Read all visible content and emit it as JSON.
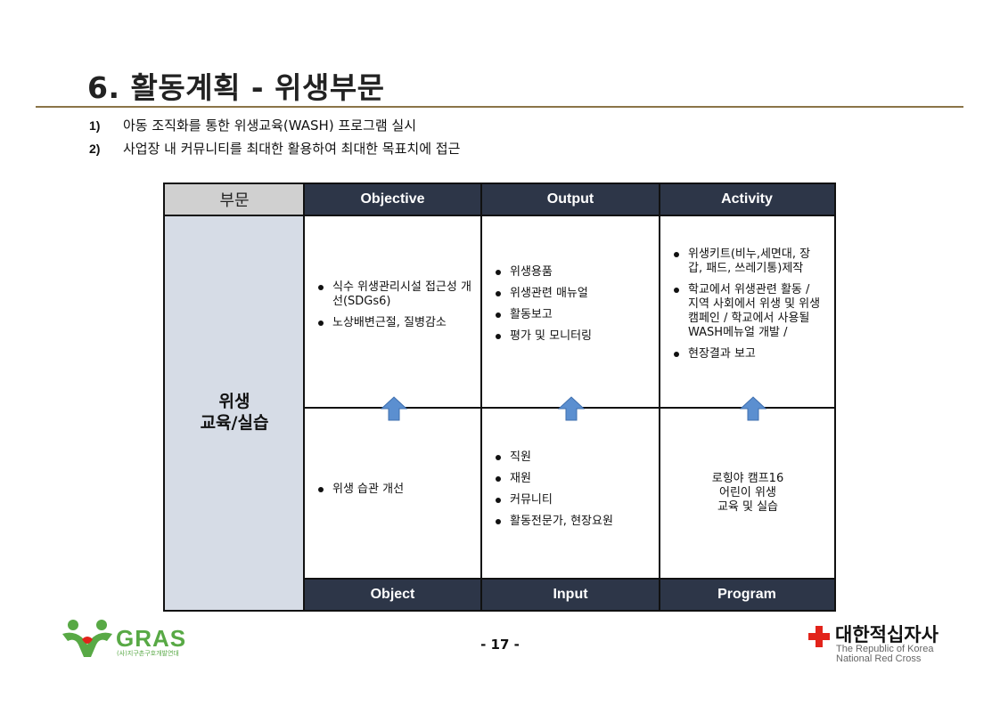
{
  "title": "6. 활동계획 - 위생부문",
  "points": [
    {
      "num": "1)",
      "text": "아동 조직화를 통한 위생교육(WASH) 프로그램 실시"
    },
    {
      "num": "2)",
      "text": "사업장 내 커뮤니티를 최대한 활용하여 최대한 목표치에 접근"
    }
  ],
  "table": {
    "header": {
      "bumun": "부문",
      "objective": "Objective",
      "output": "Output",
      "activity": "Activity"
    },
    "side_label_1": "위생",
    "side_label_2": "교육/실습",
    "objective_items": [
      "식수 위생관리시설 접근성 개선(SDGs6)",
      "노상배변근절, 질병감소"
    ],
    "output_items": [
      "위생용품",
      "위생관련 매뉴얼",
      "활동보고",
      "평가 및 모니터링"
    ],
    "activity_items": [
      "위생키트(비누,세면대, 장갑, 패드, 쓰레기통)제작",
      "학교에서 위생관련 활동 / 지역 사회에서 위생 및 위생캠페인 / 학교에서 사용될 WASH메뉴얼 개발 /",
      "현장결과 보고"
    ],
    "object_items": [
      "위생 습관 개선"
    ],
    "input_items": [
      "직원",
      "재원",
      "커뮤니티",
      "활동전문가, 현장요원"
    ],
    "program_line_1": "로힝야 캠프16",
    "program_line_2": "어린이 위생",
    "program_line_3": "교육 및 실습",
    "footer": {
      "object": "Object",
      "input": "Input",
      "program": "Program"
    }
  },
  "footer": {
    "gras_logo": "GRAS",
    "gras_sub": "(사)지구촌구호개발연대",
    "page_number": "- 17 -",
    "redcross_name": "대한적십자사",
    "redcross_en_1": "The Republic of Korea",
    "redcross_en_2": "National Red Cross"
  },
  "colors": {
    "header_bg": "#2d3648",
    "side_bg": "#d6dce6",
    "arrow": "#5b8fd0",
    "gras_green": "#58a945",
    "red_cross": "#e2231a"
  }
}
